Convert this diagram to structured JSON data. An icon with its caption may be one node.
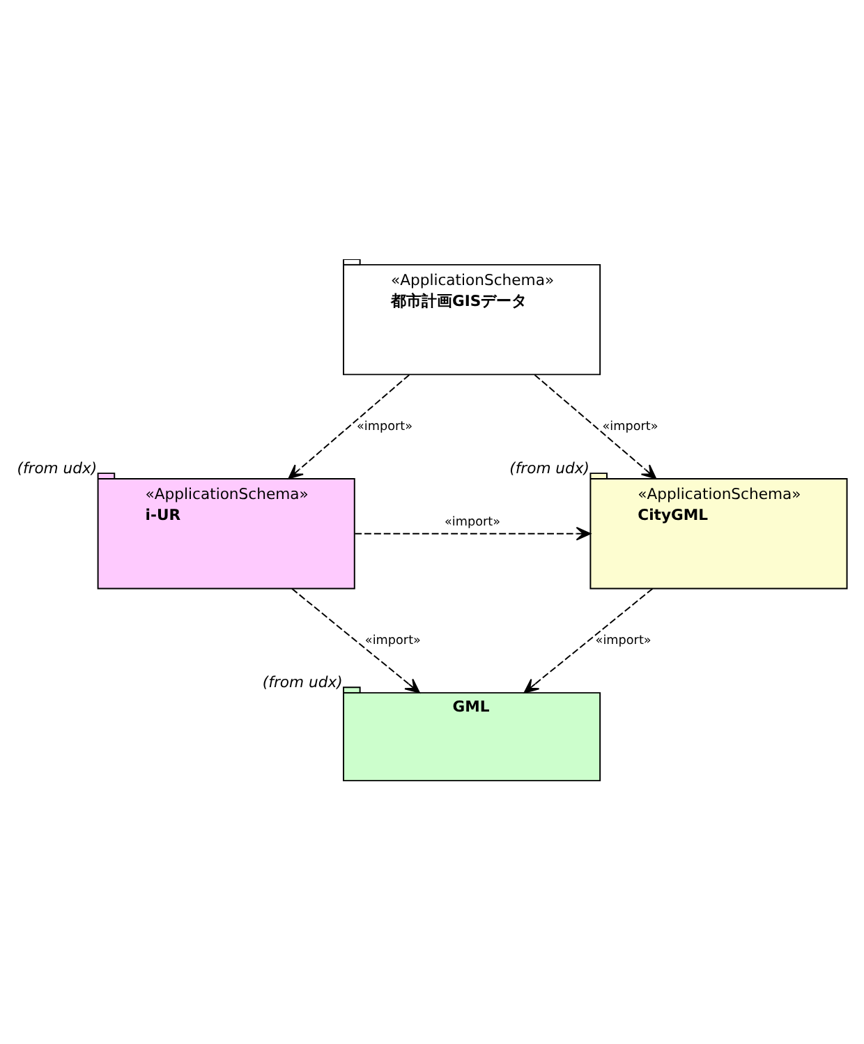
{
  "diagram": {
    "nodes": [
      {
        "text": [
          "«ApplicationSchema»",
          "都市計画GISデータ"
        ]
      },
      {
        "text": [
          "«ApplicationSchema»",
          "CityGML"
        ],
        "beside": [
          "(from udx)"
        ]
      },
      {
        "text": [
          "«ApplicationSchema»",
          "i-UR"
        ],
        "beside": [
          "(from udx)"
        ]
      },
      {
        "text": [
          "GML"
        ],
        "beside": [
          "(from udx)"
        ]
      }
    ],
    "edges": [
      {
        "from": 0,
        "to": 1,
        "arrow": "to",
        "style": "dashed",
        "label": "«import»"
      },
      {
        "from": 0,
        "to": 2,
        "arrow": "to",
        "style": "dashed",
        "label": "«import»"
      },
      {
        "from": 2,
        "to": 1,
        "arrow": "to",
        "style": "dashed",
        "label": "«import»"
      },
      {
        "from": 1,
        "to": 3,
        "arrow": "to",
        "style": "dashed",
        "label": "«import»"
      },
      {
        "from": 2,
        "to": 3,
        "arrow": "to",
        "style": "dashed",
        "label": "«import»"
      }
    ]
  }
}
